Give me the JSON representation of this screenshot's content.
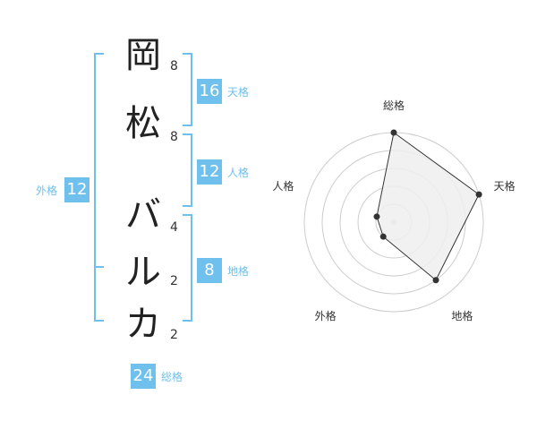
{
  "name": {
    "characters": [
      {
        "char": "岡",
        "strokes": "8"
      },
      {
        "char": "松",
        "strokes": "8"
      },
      {
        "char": "バ",
        "strokes": "4"
      },
      {
        "char": "ル",
        "strokes": "2"
      },
      {
        "char": "カ",
        "strokes": "2"
      }
    ]
  },
  "fortune": {
    "tenkaku": {
      "value": "16",
      "label": "天格"
    },
    "jinkaku": {
      "value": "12",
      "label": "人格"
    },
    "chikaku": {
      "value": "8",
      "label": "地格"
    },
    "gaikaku": {
      "value": "12",
      "label": "外格"
    },
    "soukaku": {
      "value": "24",
      "label": "総格"
    }
  },
  "colors": {
    "accent": "#6fc0ec",
    "text": "#222222",
    "radar_fill": "#eeeeee",
    "radar_grid": "#cccccc",
    "radar_line": "#333333"
  },
  "chart_data": {
    "type": "radar",
    "axes": [
      "総格",
      "天格",
      "地格",
      "外格",
      "人格"
    ],
    "values": [
      5,
      5,
      4,
      1,
      1
    ],
    "scale_max": 5,
    "rings": 5,
    "grid": true
  }
}
